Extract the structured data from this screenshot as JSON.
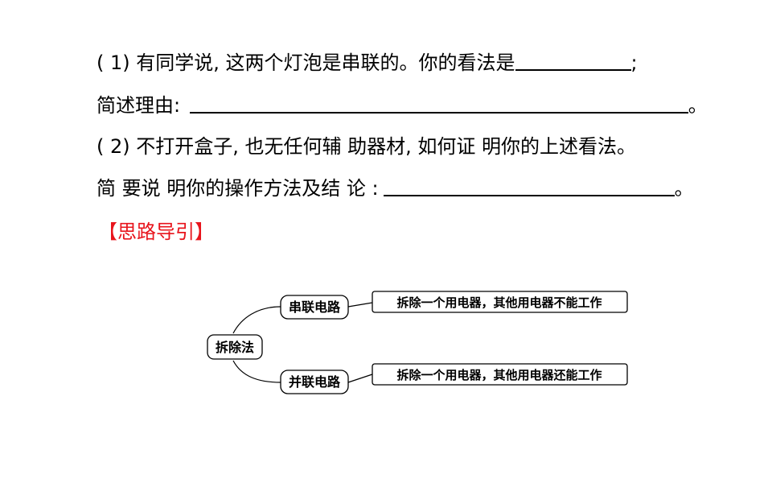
{
  "question": {
    "part1_text": "( 1) 有同学说, 这两个灯泡是串联的。你的看法是",
    "part1_end": ";",
    "reason_label": "简述理由:",
    "reason_end": "。",
    "part2_text": "( 2) 不打开盒子, 也无任何辅 助器材, 如何证 明你的上述看法。",
    "method_label": "简 要说 明你的操作方法及结 论 :",
    "method_end": "。"
  },
  "guide_heading": "【思路导引】",
  "mindmap": {
    "root": "拆除法",
    "branches": [
      {
        "label": "串联电路",
        "result": "拆除一个用电器，其他用电器不能工作"
      },
      {
        "label": "并联电路",
        "result": "拆除一个用电器，其他用电器还能工作"
      }
    ]
  }
}
